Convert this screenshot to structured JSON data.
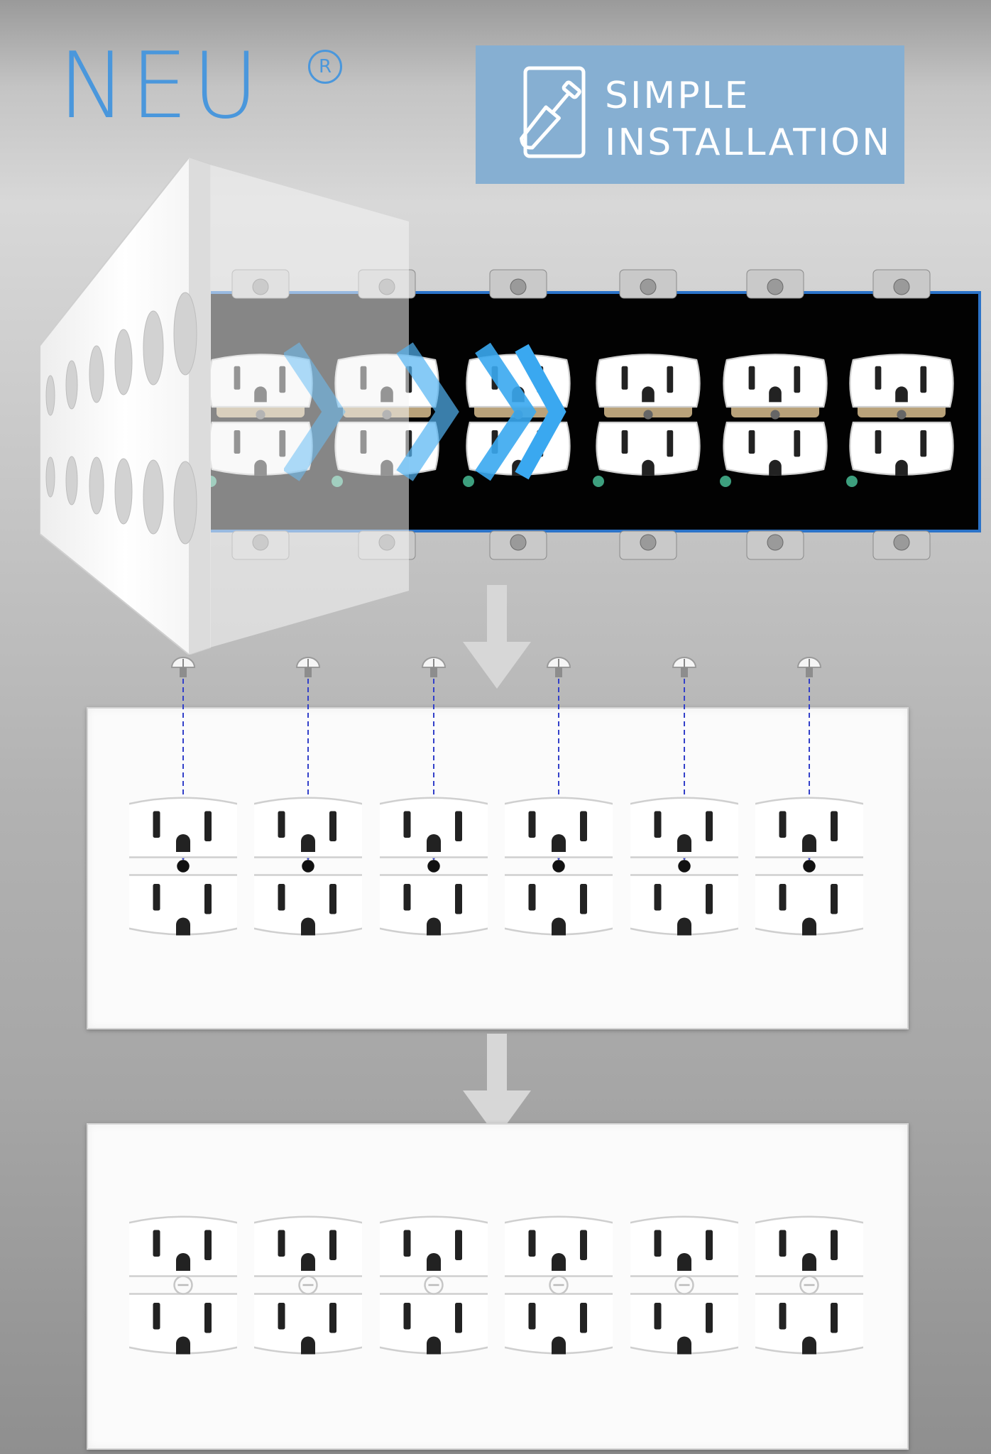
{
  "brand": {
    "name": "NEU",
    "registered_mark": "R"
  },
  "badge": {
    "line1": "SIMPLE",
    "line2": "INSTALLATION",
    "icon": "screwdriver-on-plate-icon"
  },
  "steps": [
    {
      "step": "remove-and-align",
      "receptacle_count": 6
    },
    {
      "step": "screw-on-plate",
      "screw_count": 6,
      "receptacle_count": 6
    },
    {
      "step": "finished-plate",
      "receptacle_count": 6
    }
  ],
  "colors": {
    "brand_blue": "#4a97dc",
    "badge_bg": "#86afd2",
    "guide_line": "#3340c9",
    "chevron": "#3aa8f0",
    "arrow_gray": "#d7d7d7"
  }
}
